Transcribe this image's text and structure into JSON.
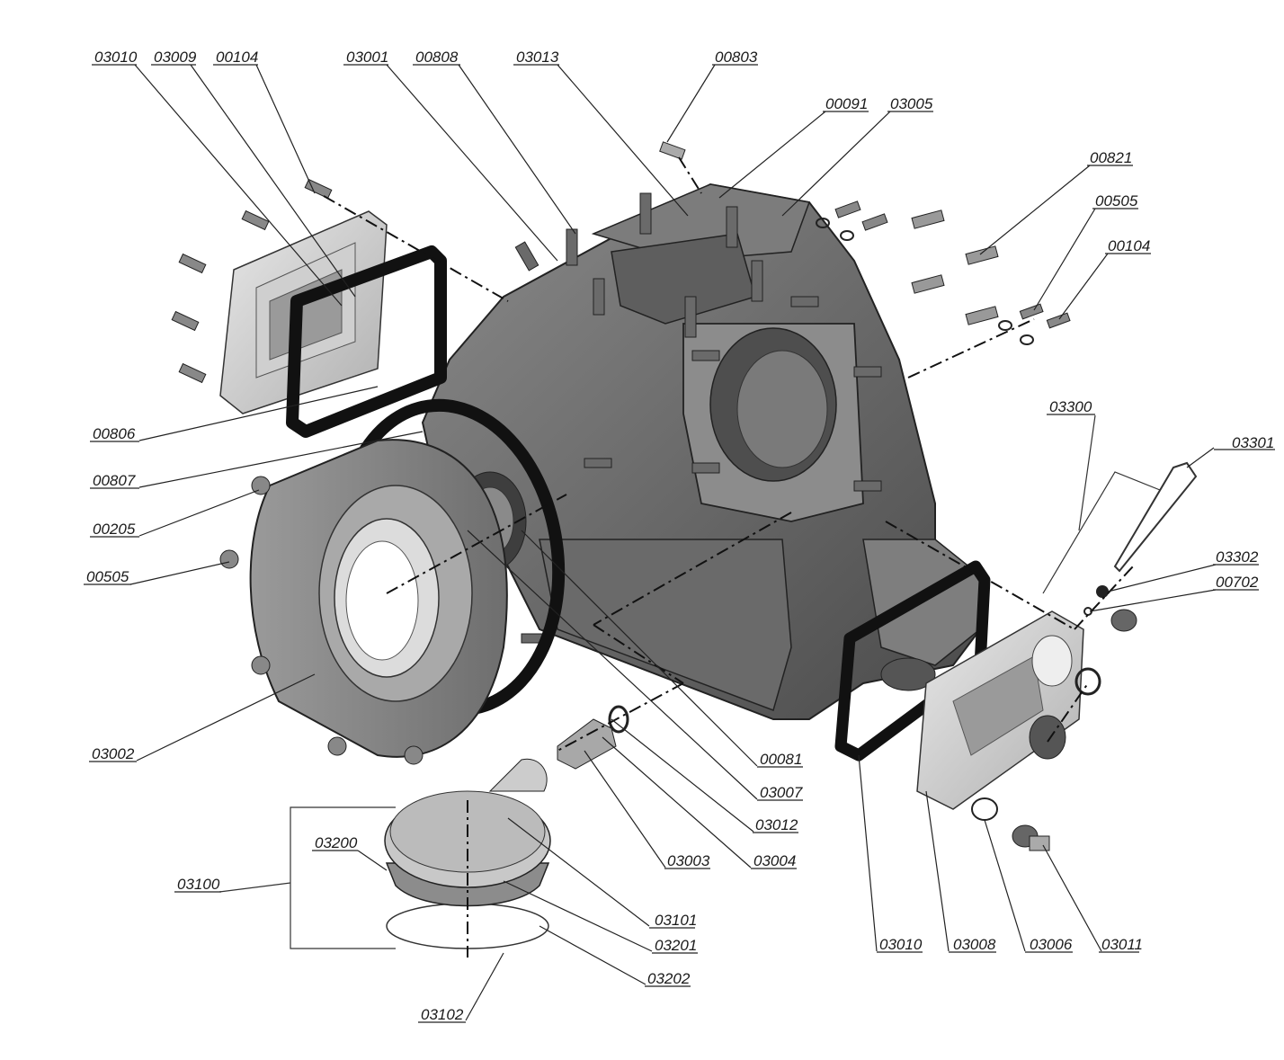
{
  "labels": {
    "l03010a": "03010",
    "l03009": "03009",
    "l00104a": "00104",
    "l03001": "03001",
    "l00808": "00808",
    "l03013": "03013",
    "l00803": "00803",
    "l00091": "00091",
    "l03005": "03005",
    "l00821": "00821",
    "l00505a": "00505",
    "l00104b": "00104",
    "l03300": "03300",
    "l03301": "03301",
    "l03302": "03302",
    "l00702": "00702",
    "l00806": "00806",
    "l00807": "00807",
    "l00205": "00205",
    "l00505b": "00505",
    "l03002": "03002",
    "l00081": "00081",
    "l03007": "03007",
    "l03012": "03012",
    "l03003": "03003",
    "l03004": "03004",
    "l03100": "03100",
    "l03200": "03200",
    "l03101": "03101",
    "l03201": "03201",
    "l03202": "03202",
    "l03102": "03102",
    "l03010b": "03010",
    "l03008": "03008",
    "l03006": "03006",
    "l03011": "03011"
  }
}
